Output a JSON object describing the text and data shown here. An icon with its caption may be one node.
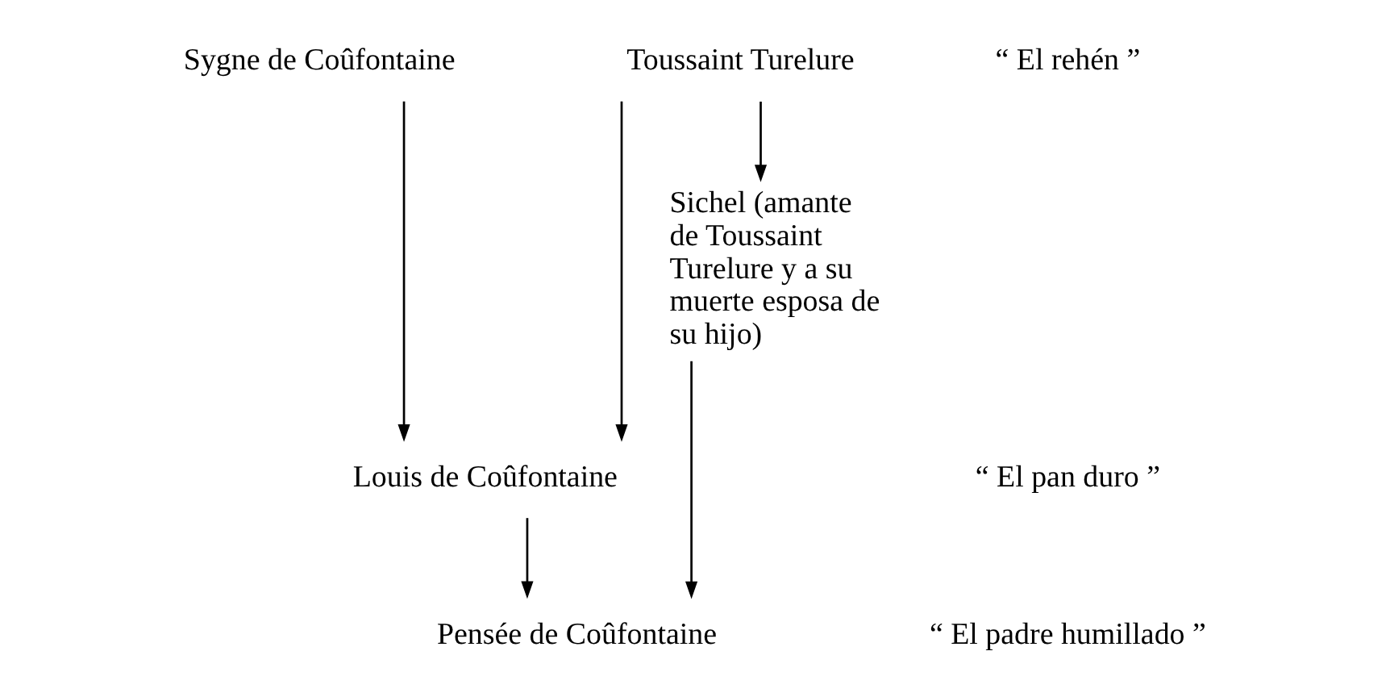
{
  "diagram": {
    "nodes": [
      {
        "text": [
          "Sygne de Coûfontaine"
        ]
      },
      {
        "text": [
          "Toussaint Turelure"
        ]
      },
      {
        "text": [
          "Sichel (amante de Toussaint Turelure y a su muerte esposa de su hijo)"
        ]
      },
      {
        "text": [
          "Louis de Coûfontaine"
        ]
      },
      {
        "text": [
          "Pensée de Coûfontaine"
        ]
      }
    ],
    "edges": [
      {
        "from": 1,
        "to": 2,
        "arrow": "to"
      },
      {
        "from": 0,
        "to": 3,
        "arrow": "to"
      },
      {
        "from": 1,
        "to": 3,
        "arrow": "to"
      },
      {
        "from": 3,
        "to": 4,
        "arrow": "to"
      },
      {
        "from": 2,
        "to": 4,
        "arrow": "to"
      }
    ],
    "labels": [
      "“ El rehén ”",
      "“ El pan duro ”",
      "“ El padre humillado ”"
    ]
  }
}
